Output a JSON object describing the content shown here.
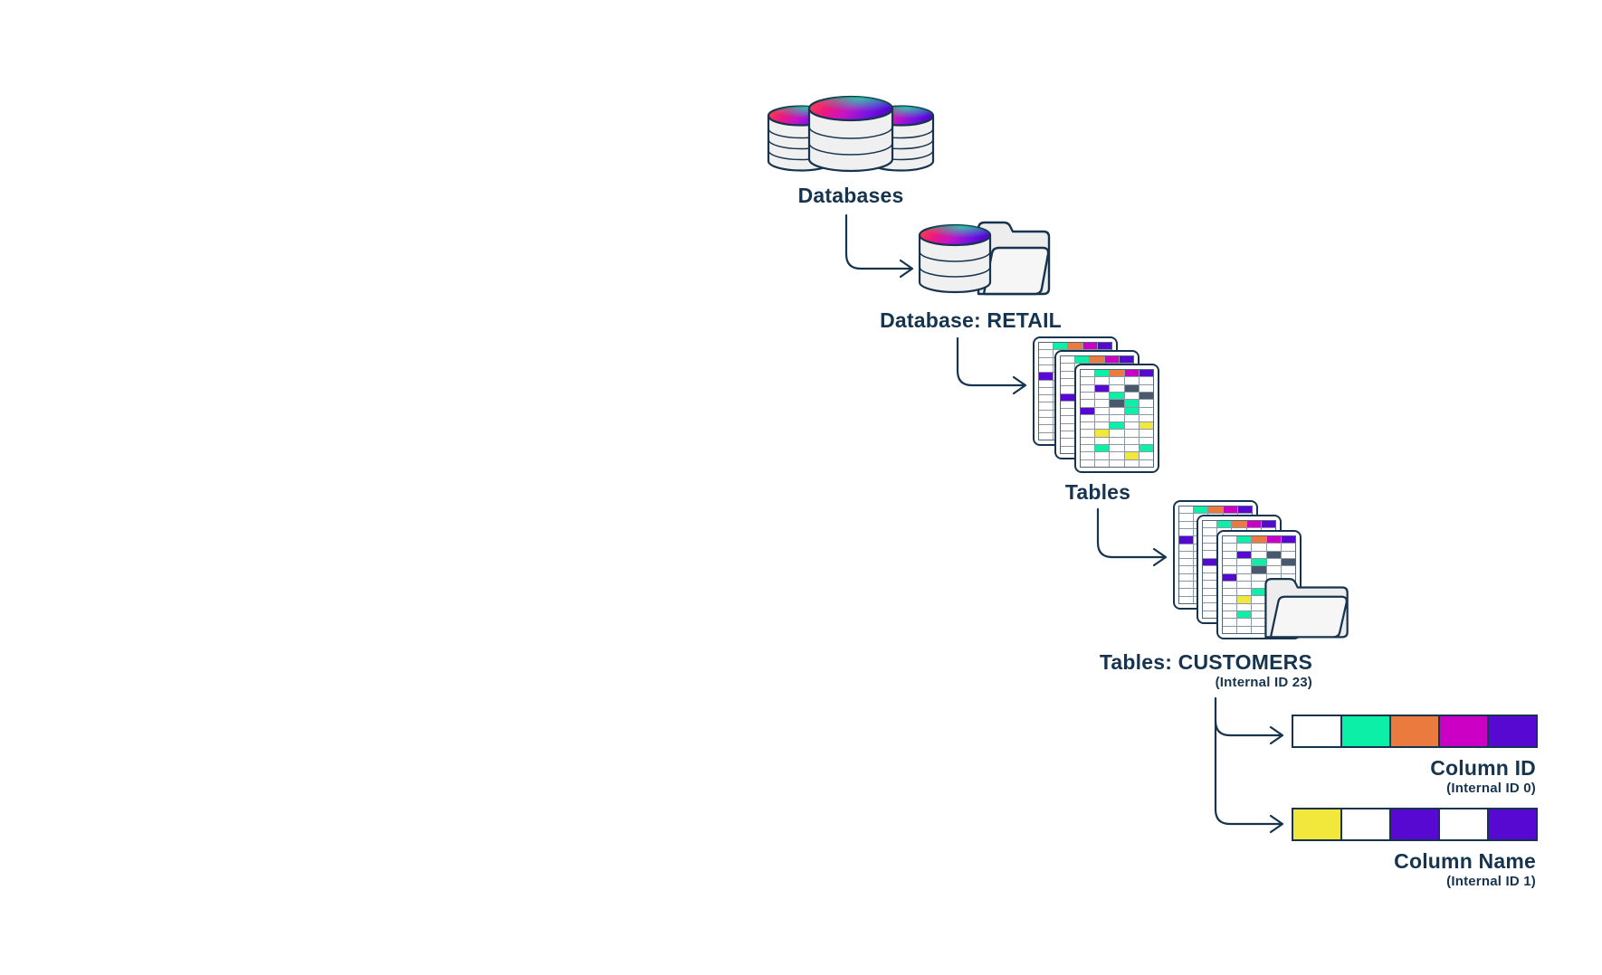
{
  "diagram": {
    "nodes": {
      "databases": {
        "label": "Databases",
        "icon": "database-cylinders"
      },
      "database_retail": {
        "label": "Database: RETAIL",
        "icon": "database-with-folder"
      },
      "tables": {
        "label": "Tables",
        "icon": "stacked-tables"
      },
      "tables_customers": {
        "label": "Tables: CUSTOMERS",
        "sublabel": "(Internal ID 23)",
        "icon": "stacked-tables-with-folder"
      },
      "column_id": {
        "label": "Column ID",
        "sublabel": "(Internal ID 0)",
        "icon": "column-row-strip"
      },
      "column_name": {
        "label": "Column Name",
        "sublabel": "(Internal ID 1)",
        "icon": "column-row-strip"
      }
    },
    "colors": {
      "ink": "#17344F",
      "white": "#FFFFFF",
      "teal": "#0BF0A6",
      "orange": "#EA7A3E",
      "magenta": "#CC00C4",
      "purple": "#5708D1",
      "yellow": "#F2E83B",
      "slate": "#47596B",
      "icon_gray": "#F0F0F0"
    },
    "cell_codes": {
      "W": "white",
      "T": "teal",
      "O": "orange",
      "M": "magenta",
      "P": "purple",
      "S": "slate",
      "Y": "yellow"
    },
    "grids": {
      "tables_back": [
        "WTOMP",
        "WWWWW",
        "WWWWW",
        "WWWWW",
        "PWWWW",
        "WWWWW",
        "WWWWW",
        "WWWWW",
        "WWWWW",
        "WWWWW",
        "WWWWW",
        "WWWWW",
        "WWWWW"
      ],
      "tables_mid": [
        "WTOMP",
        "WWWWW",
        "WTWWW",
        "WWWWW",
        "WWWWW",
        "PWWWW",
        "WWWWW",
        "WWWWW",
        "WWWWW",
        "WWWWW",
        "WWWWW",
        "WWWWW",
        "WWWWW"
      ],
      "tables_front": [
        "WTOMP",
        "WWWWW",
        "WPWSW",
        "WWTWS",
        "WWSTW",
        "PWWTW",
        "WWWWW",
        "WWTWY",
        "WYWWW",
        "WWWWW",
        "WTWWT",
        "WWWYW",
        "WWWWW"
      ],
      "customers_back": [
        "WTOMP",
        "WWWWW",
        "WWWWW",
        "WWWWW",
        "PWWWW",
        "WWWWW",
        "WWWWW",
        "WWWWW",
        "WWWWW",
        "WWWWW",
        "WWWWW",
        "WWWWW",
        "WWWWW"
      ],
      "customers_mid": [
        "WTOMP",
        "WWWWW",
        "WWWWW",
        "WWWWW",
        "WWWWW",
        "PWWWW",
        "WWWWW",
        "WWWWW",
        "WWWWW",
        "WWWWW",
        "WWWWW",
        "WWWWW",
        "WWWWW"
      ],
      "customers_front": [
        "WTOMP",
        "WWWWW",
        "WPWSW",
        "WWTWS",
        "WWSWW",
        "PWWWW",
        "WWWWW",
        "WWTWW",
        "WYWWW",
        "WWWWW",
        "WTWWW",
        "WWWWW",
        "WWWWW"
      ]
    },
    "strips": {
      "column_id": [
        "white",
        "teal",
        "orange",
        "magenta",
        "purple"
      ],
      "column_name": [
        "yellow",
        "white",
        "purple",
        "white",
        "purple"
      ]
    }
  }
}
